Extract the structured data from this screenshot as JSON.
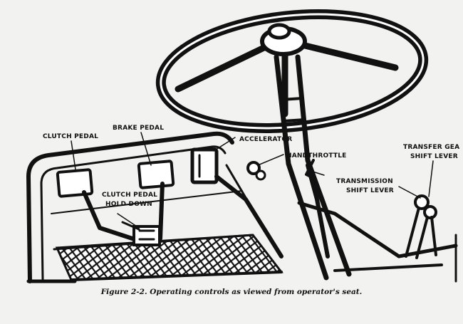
{
  "labels": {
    "clutch_pedal": "CLUTCH PEDAL",
    "brake_pedal": "BRAKE PEDAL",
    "accelerator": "ACCELERATOR",
    "handthrottle": "HANDTHROTTLE",
    "clutch_pedal_hold_down_1": "CLUTCH PEDAL",
    "clutch_pedal_hold_down_2": "HOLD DOWN",
    "transmission_1": "TRANSMISSION",
    "transmission_2": "SHIFT LEVER",
    "transfer_1": "TRANSFER GEA",
    "transfer_2": "SHIFT LEVER"
  },
  "caption": "Figure 2-2. Operating controls as viewed from operator's seat."
}
